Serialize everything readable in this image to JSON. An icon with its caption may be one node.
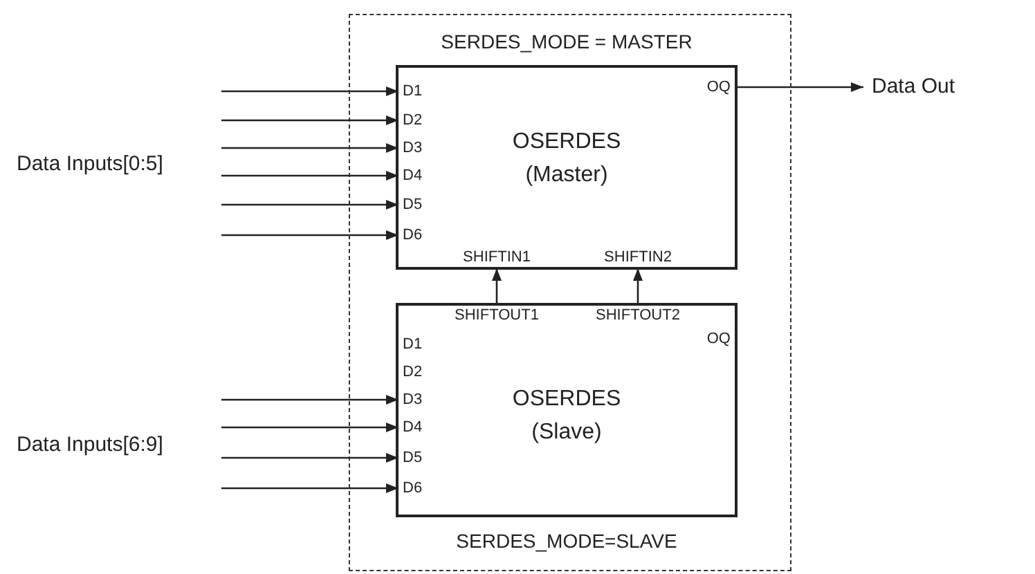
{
  "diagram": {
    "nodes": [
      {
        "text": [],
        "shape": "box"
      },
      {
        "text": [
          "SERDES_MODE = MASTER",
          "OSERDES (Master)"
        ],
        "in": 0
      },
      {
        "text": [
          "D1"
        ],
        "in": 1
      },
      {
        "text": [
          "D2"
        ],
        "in": 1
      },
      {
        "text": [
          "D3"
        ],
        "in": 1
      },
      {
        "text": [
          "D4"
        ],
        "in": 1
      },
      {
        "text": [
          "D5"
        ],
        "in": 1
      },
      {
        "text": [
          "D6"
        ],
        "in": 1
      },
      {
        "text": [
          "OQ"
        ],
        "in": 1
      },
      {
        "text": [
          "SHIFTIN1"
        ],
        "in": 1
      },
      {
        "text": [
          "SHIFTIN2"
        ],
        "in": 1
      },
      {
        "text": [
          "Data Out"
        ]
      },
      {
        "text": [
          "OSERDES (Slave)",
          "SERDES_MODE=SLAVE"
        ],
        "in": 0
      },
      {
        "text": [
          "SHIFTOUT1"
        ],
        "in": 12
      },
      {
        "text": [
          "SHIFTOUT2"
        ],
        "in": 12
      },
      {
        "text": [
          "OQ"
        ],
        "in": 12
      },
      {
        "text": [
          "D1"
        ],
        "in": 12
      },
      {
        "text": [
          "D2"
        ],
        "in": 12
      },
      {
        "text": [
          "D3"
        ],
        "in": 12
      },
      {
        "text": [
          "D4"
        ],
        "in": 12
      },
      {
        "text": [
          "D5"
        ],
        "in": 12
      },
      {
        "text": [
          "D6"
        ],
        "in": 12
      }
    ],
    "edges": [
      {
        "from": null,
        "to": 2,
        "arrow": "to"
      },
      {
        "from": null,
        "to": 3,
        "arrow": "to"
      },
      {
        "from": null,
        "to": 4,
        "arrow": "to"
      },
      {
        "from": null,
        "to": 5,
        "arrow": "to"
      },
      {
        "from": null,
        "to": 6,
        "arrow": "to"
      },
      {
        "from": null,
        "to": 7,
        "arrow": "to"
      },
      {
        "from": 8,
        "to": 11,
        "arrow": "to"
      },
      {
        "from": 13,
        "to": 9,
        "arrow": "to"
      },
      {
        "from": 14,
        "to": 10,
        "arrow": "to"
      },
      {
        "from": null,
        "to": 18,
        "arrow": "to"
      },
      {
        "from": null,
        "to": 19,
        "arrow": "to"
      },
      {
        "from": null,
        "to": 20,
        "arrow": "to"
      },
      {
        "from": null,
        "to": 21,
        "arrow": "to"
      }
    ],
    "labels": [
      "Data Inputs[0:5]",
      "Data Inputs[6:9]"
    ]
  }
}
